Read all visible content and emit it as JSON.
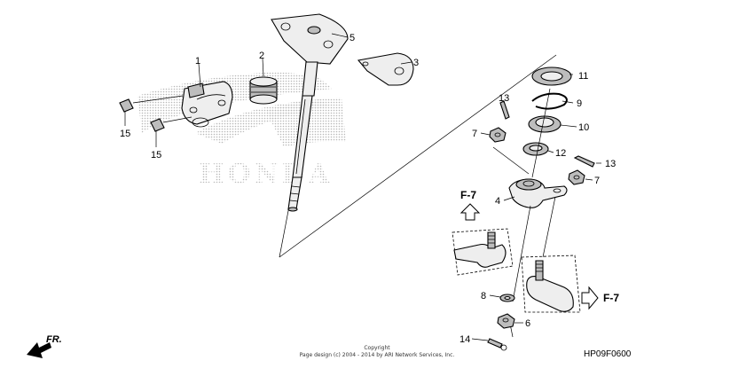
{
  "callouts": {
    "c1": "1",
    "c2": "2",
    "c3": "3",
    "c4": "4",
    "c5": "5",
    "c6": "6",
    "c7a": "7",
    "c7b": "7",
    "c8": "8",
    "c9": "9",
    "c10": "10",
    "c11": "11",
    "c12": "12",
    "c13a": "13",
    "c13b": "13",
    "c14": "14",
    "c15a": "15",
    "c15b": "15"
  },
  "references": {
    "f7_upper": "F-7",
    "f7_lower": "F-7"
  },
  "direction_label": "FR.",
  "watermark_logo": "HONDA",
  "copyright": {
    "line1": "Copyright",
    "line2": "Page design (c) 2004 - 2014 by ARI Network Services, Inc."
  },
  "diagram_code": "HP09F0600",
  "colors": {
    "ink": "#000000",
    "watermark": "#c8c8c8",
    "part_fill": "#eeeeee",
    "part_shade": "#bdbdbd"
  }
}
